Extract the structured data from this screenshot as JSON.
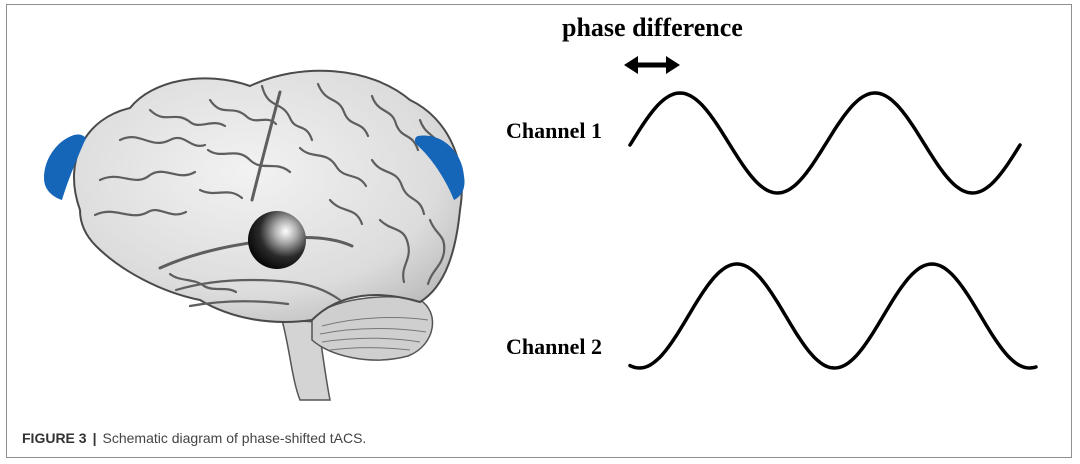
{
  "diagram": {
    "phase_label": "phase difference",
    "channel1_label": "Channel 1",
    "channel2_label": "Channel 2",
    "electrode_color": "#1565b8",
    "wave_color": "#000000"
  },
  "caption": {
    "figure_label": "FIGURE 3",
    "separator": "|",
    "text": "Schematic diagram of phase-shifted tACS."
  }
}
